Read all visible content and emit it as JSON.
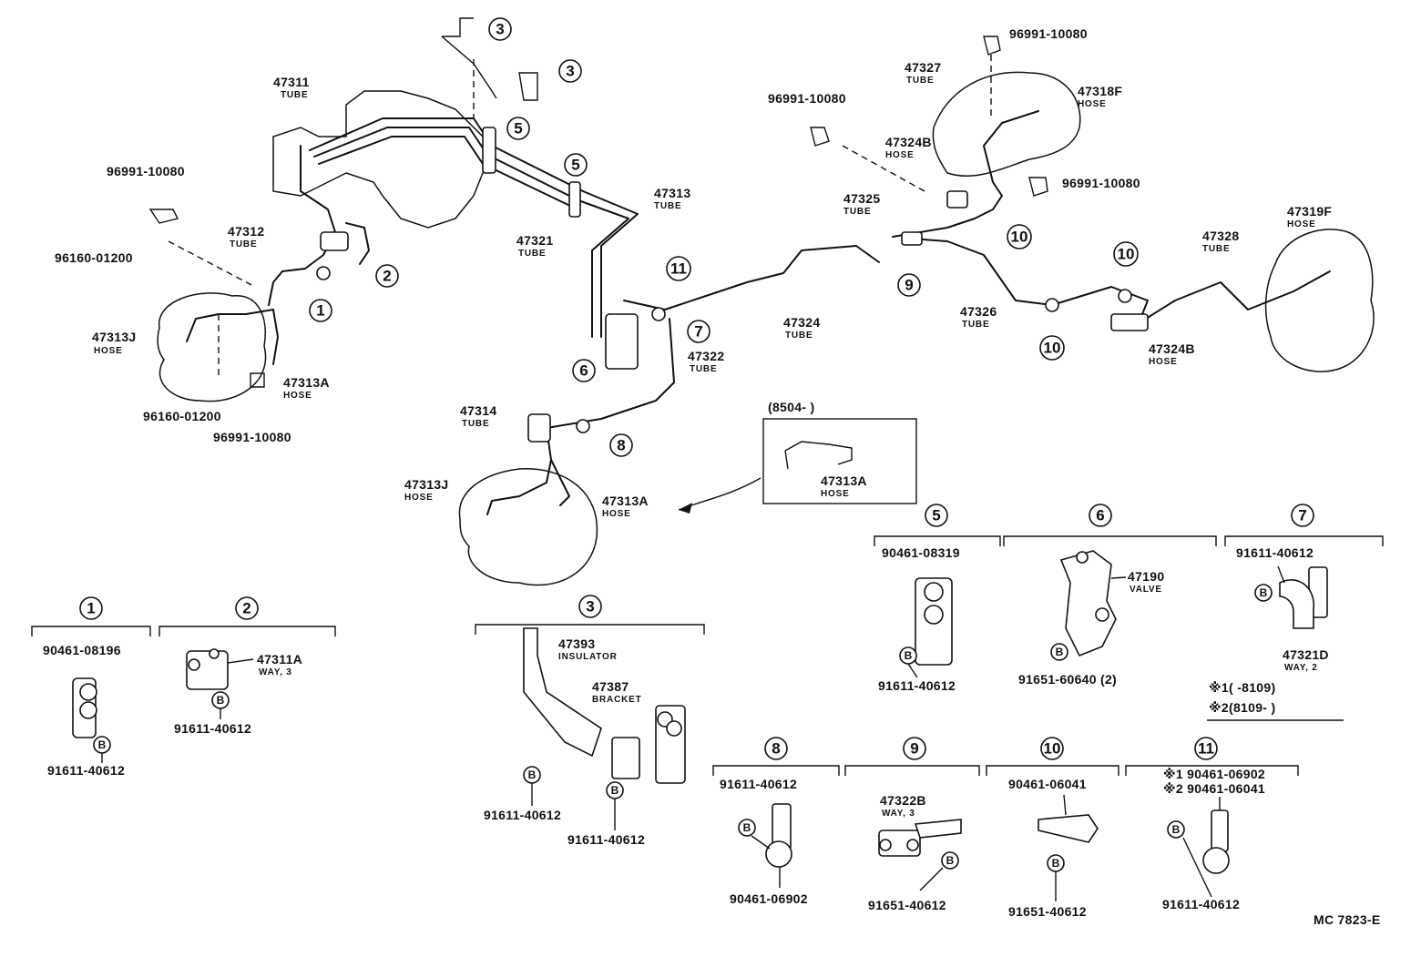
{
  "diagram": {
    "drawing_code": "MC 7823-E",
    "inset_range": "(8504-        )",
    "note1": "※1(       -8109)",
    "note2": "※2(8109-       )"
  },
  "callouts": [
    {
      "num": "1"
    },
    {
      "num": "2"
    },
    {
      "num": "3"
    },
    {
      "num": "3"
    },
    {
      "num": "5"
    },
    {
      "num": "5"
    },
    {
      "num": "6"
    },
    {
      "num": "7"
    },
    {
      "num": "8"
    },
    {
      "num": "9"
    },
    {
      "num": "10"
    },
    {
      "num": "10"
    },
    {
      "num": "10"
    },
    {
      "num": "11"
    }
  ],
  "parts": [
    {
      "no": "47311",
      "desc": "TUBE"
    },
    {
      "no": "96991-10080",
      "desc": ""
    },
    {
      "no": "96160-01200",
      "desc": ""
    },
    {
      "no": "47312",
      "desc": "TUBE"
    },
    {
      "no": "47313J",
      "desc": "HOSE"
    },
    {
      "no": "47313A",
      "desc": "HOSE"
    },
    {
      "no": "96160-01200",
      "desc": ""
    },
    {
      "no": "96991-10080",
      "desc": ""
    },
    {
      "no": "47313",
      "desc": "TUBE"
    },
    {
      "no": "47321",
      "desc": "TUBE"
    },
    {
      "no": "47322",
      "desc": "TUBE"
    },
    {
      "no": "47314",
      "desc": "TUBE"
    },
    {
      "no": "47313J",
      "desc": "HOSE"
    },
    {
      "no": "47313A",
      "desc": "HOSE"
    },
    {
      "no": "47313A",
      "desc": "HOSE"
    },
    {
      "no": "47324",
      "desc": "TUBE"
    },
    {
      "no": "96991-10080",
      "desc": ""
    },
    {
      "no": "47327",
      "desc": "TUBE"
    },
    {
      "no": "47318F",
      "desc": "HOSE"
    },
    {
      "no": "96991-10080",
      "desc": ""
    },
    {
      "no": "47324B",
      "desc": "HOSE"
    },
    {
      "no": "96991-10080",
      "desc": ""
    },
    {
      "no": "47325",
      "desc": "TUBE"
    },
    {
      "no": "47319F",
      "desc": "HOSE"
    },
    {
      "no": "47328",
      "desc": "TUBE"
    },
    {
      "no": "47326",
      "desc": "TUBE"
    },
    {
      "no": "47324B",
      "desc": "HOSE"
    }
  ],
  "details": [
    {
      "callout": "1",
      "parts": [
        "90461-08196",
        "91611-40612"
      ]
    },
    {
      "callout": "2",
      "parts": [
        "47311A",
        "WAY, 3",
        "91611-40612"
      ]
    },
    {
      "callout": "3",
      "parts": [
        "47393",
        "INSULATOR",
        "47387",
        "BRACKET",
        "91611-40612",
        "91611-40612"
      ]
    },
    {
      "callout": "5",
      "parts": [
        "90461-08319",
        "91611-40612"
      ]
    },
    {
      "callout": "6",
      "parts": [
        "47190",
        "VALVE",
        "91651-60640 (2)"
      ]
    },
    {
      "callout": "7",
      "parts": [
        "91611-40612",
        "47321D",
        "WAY, 2"
      ]
    },
    {
      "callout": "8",
      "parts": [
        "91611-40612",
        "90461-06902"
      ]
    },
    {
      "callout": "9",
      "parts": [
        "47322B",
        "WAY, 3",
        "91651-40612"
      ]
    },
    {
      "callout": "10",
      "parts": [
        "90461-06041",
        "91651-40612"
      ]
    },
    {
      "callout": "11",
      "parts": [
        "※1 90461-06902",
        "※2 90461-06041",
        "91611-40612"
      ]
    }
  ],
  "bolt_symbol": "B"
}
